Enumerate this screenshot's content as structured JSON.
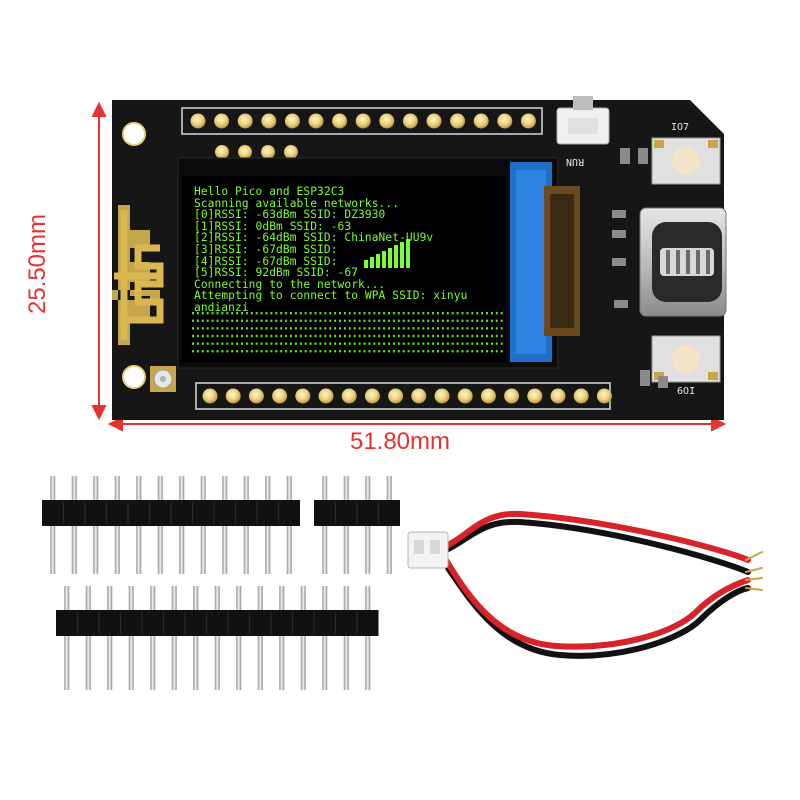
{
  "dimensions": {
    "width_label": "51.80mm",
    "height_label": "25.50mm",
    "color": "#e8322f"
  },
  "board": {
    "button_run_label": "RUN",
    "io_top_label": "IO7",
    "io_bottom_label": "IO9",
    "pcb_color": "#161616",
    "screen_text_color": "#7cff2e"
  },
  "screen": {
    "lines": [
      "Hello Pico and ESP32C3",
      "Scanning available networks...",
      "[0]RSSI: -63dBm SSID: DZ3930",
      "[1]RSSI: 0dBm SSID: -63",
      "[2]RSSI: -64dBm SSID: ChinaNet-UU9v",
      "[3]RSSI: -67dBm SSID:",
      "[4]RSSI: -67dBm SSID:",
      "[5]RSSI: 92dBm SSID: -67",
      "Connecting to the network...",
      "Attempting to connect to WPA SSID: xinyu",
      "andianzi"
    ]
  },
  "accessories": {
    "cable_colors": [
      "#d8232a",
      "#111111"
    ]
  }
}
